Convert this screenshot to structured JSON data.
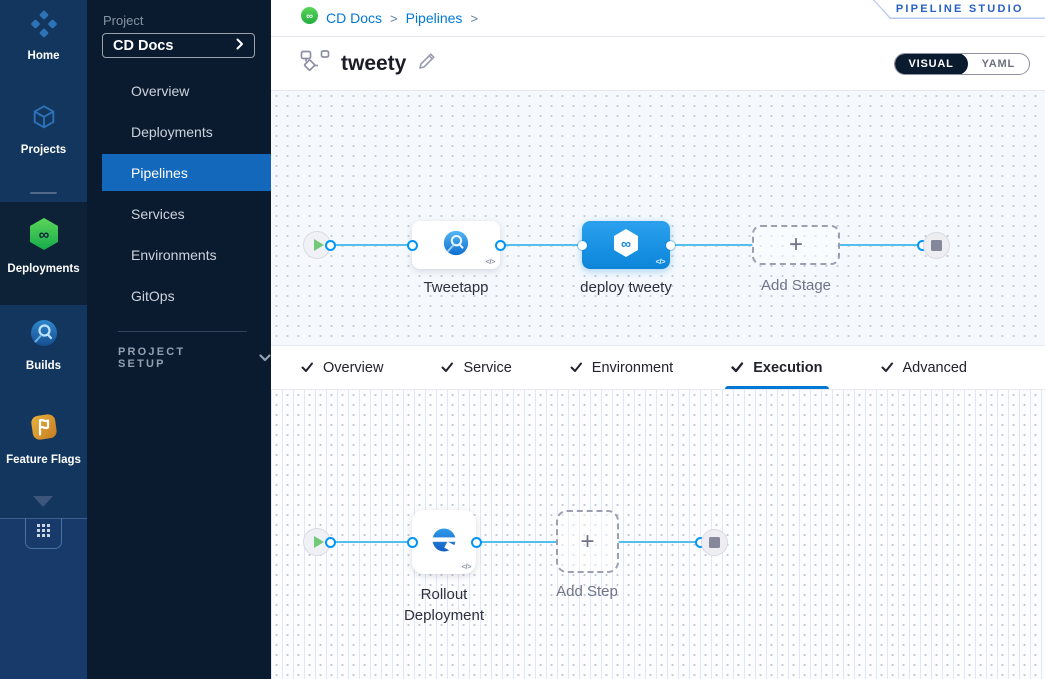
{
  "module_sidebar": {
    "items": [
      {
        "label": "Home"
      },
      {
        "label": "Projects"
      },
      {
        "label": "Deployments",
        "active": true
      },
      {
        "label": "Builds"
      },
      {
        "label": "Feature Flags"
      }
    ]
  },
  "project_sidebar": {
    "section_label": "Project",
    "project_name": "CD Docs",
    "items": [
      {
        "label": "Overview"
      },
      {
        "label": "Deployments"
      },
      {
        "label": "Pipelines",
        "active": true
      },
      {
        "label": "Services"
      },
      {
        "label": "Environments"
      },
      {
        "label": "GitOps"
      }
    ],
    "setup_label": "PROJECT SETUP"
  },
  "header": {
    "breadcrumb": {
      "crumb1": "CD Docs",
      "crumb2": "Pipelines",
      "separator": ">"
    },
    "studio_badge": "PIPELINE STUDIO",
    "pipeline_title": "tweety",
    "view_toggle": {
      "visual": "VISUAL",
      "yaml": "YAML",
      "selected": "VISUAL"
    }
  },
  "stage_canvas": {
    "stages": [
      {
        "name": "Tweetapp",
        "type": "build"
      },
      {
        "name": "deploy tweety",
        "type": "deploy",
        "selected": true
      }
    ],
    "add_stage_label": "Add Stage",
    "code_icon_text": "</>"
  },
  "tabs": {
    "items": [
      {
        "label": "Overview",
        "complete": true
      },
      {
        "label": "Service",
        "complete": true
      },
      {
        "label": "Environment",
        "complete": true
      },
      {
        "label": "Execution",
        "complete": true,
        "active": true
      },
      {
        "label": "Advanced",
        "complete": true
      }
    ]
  },
  "execution_canvas": {
    "step_name_line1": "Rollout",
    "step_name_line2": "Deployment",
    "add_step_label": "Add Step",
    "code_icon_text": "</>"
  },
  "colors": {
    "accent_blue": "#0278d5",
    "selected_stage_blue": "#1b8fe2",
    "link_line_blue": "#53bfee",
    "connector_ring_blue": "#0095f7",
    "nav_active_blue": "#1468bb",
    "module_sidebar_bg": "#12365e",
    "project_sidebar_bg": "#0a1b2f",
    "cd_green": "#42c94f",
    "play_green": "#72c977",
    "badge_text_blue": "#2760c8"
  }
}
